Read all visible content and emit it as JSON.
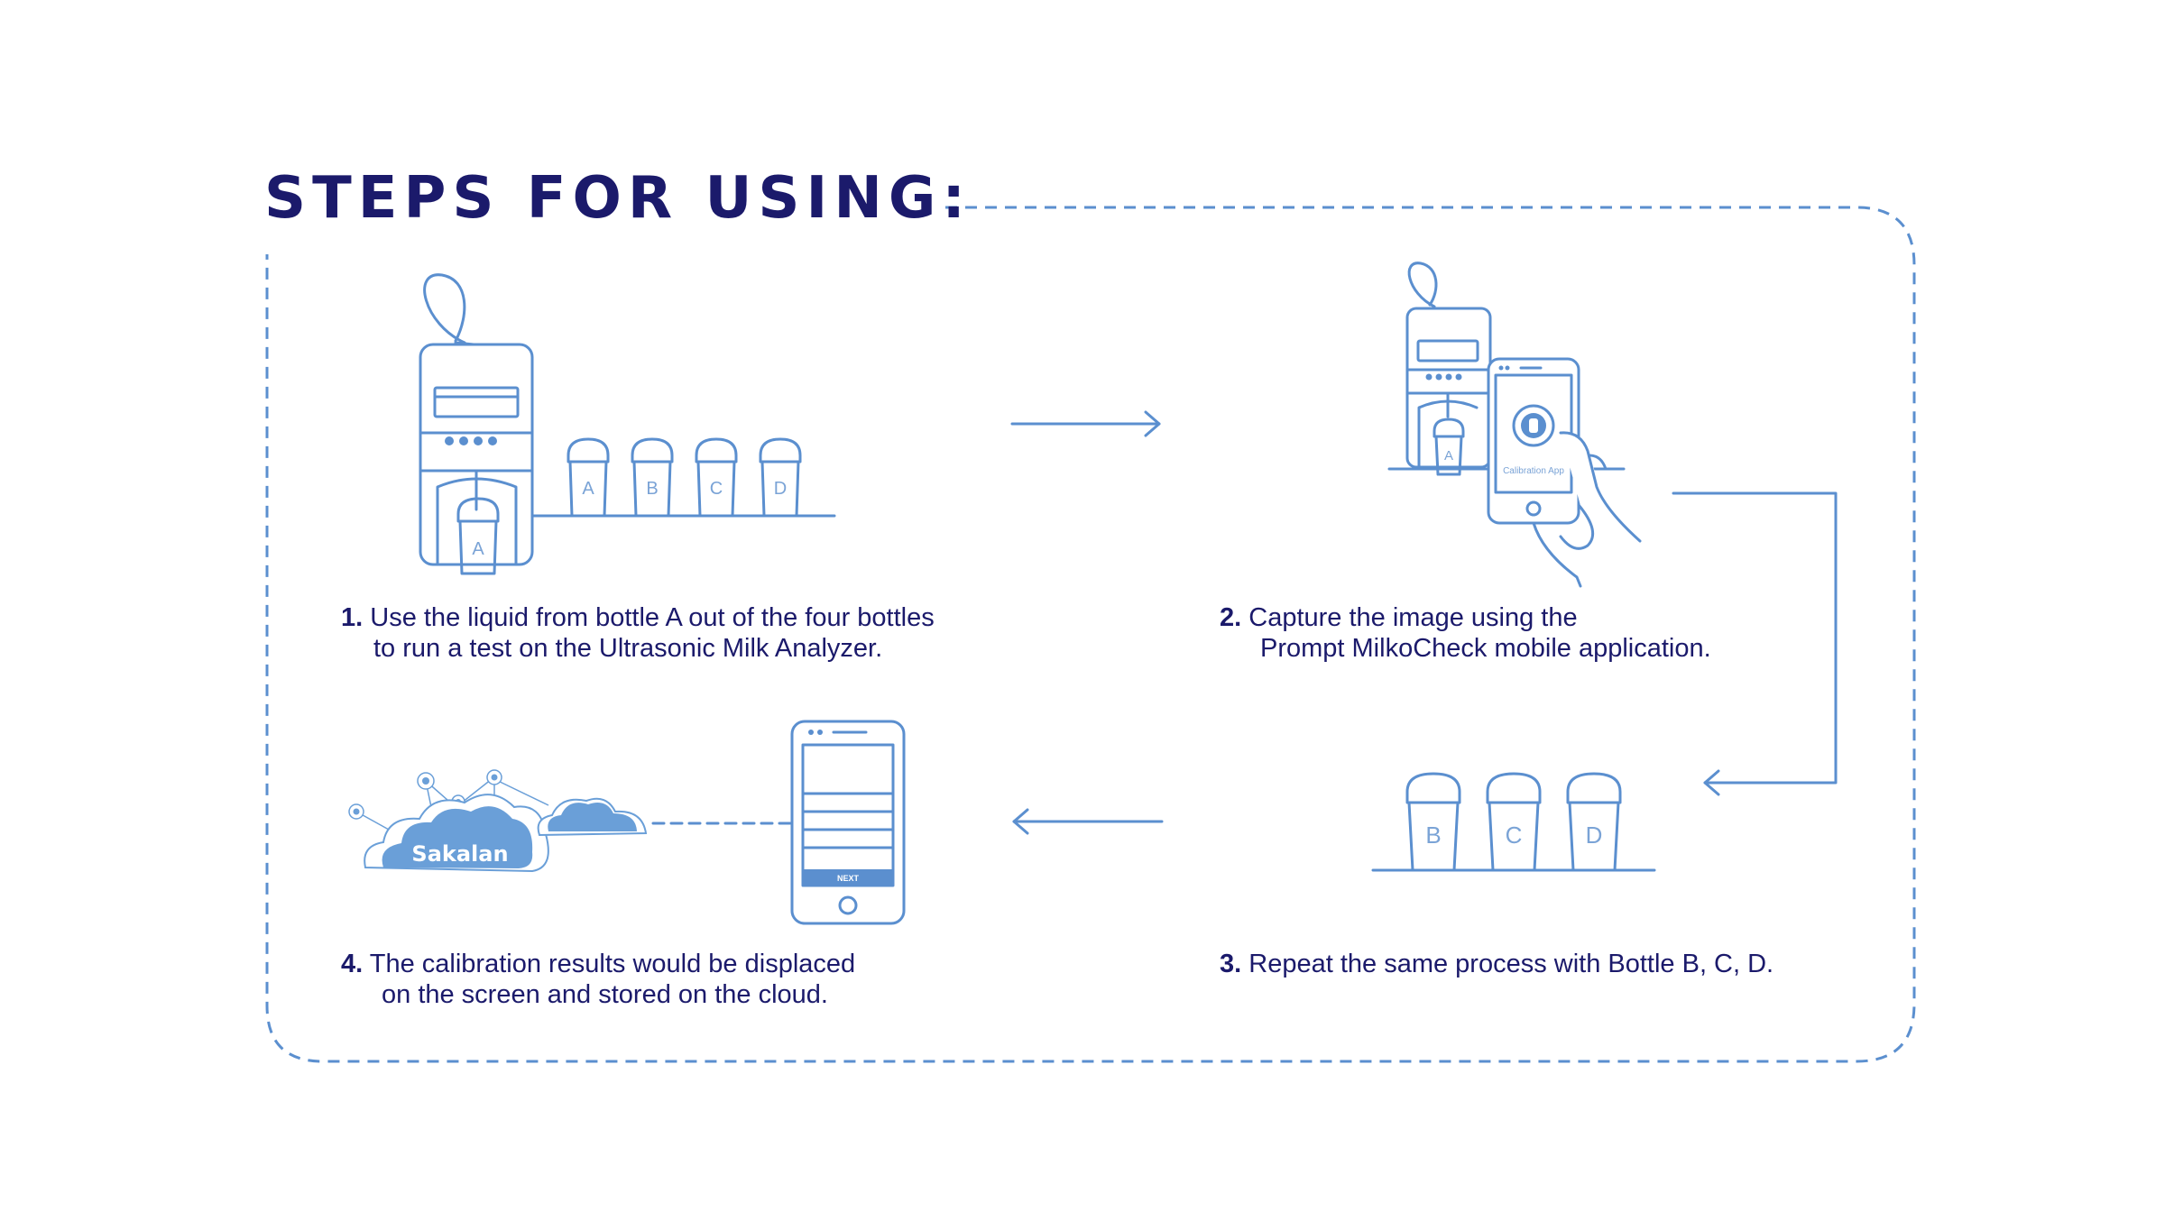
{
  "title": "STEPS FOR USING:",
  "colors": {
    "title": "#1b1a6b",
    "text": "#1b1a6b",
    "illustration": "#5b8fcf",
    "cloud_fill": "#6a9fd8"
  },
  "steps": [
    {
      "number": "1.",
      "line1": "Use the liquid from bottle A out of the four bottles",
      "line2": "to run a test on the Ultrasonic Milk Analyzer."
    },
    {
      "number": "2.",
      "line1": "Capture the image using the",
      "line2": "Prompt MilkoCheck mobile application."
    },
    {
      "number": "3.",
      "line1": "Repeat the same process with Bottle B, C, D.",
      "line2": ""
    },
    {
      "number": "4.",
      "line1": "The calibration results would be displaced",
      "line2": "on the screen and stored on the cloud."
    }
  ],
  "bottle_labels": {
    "analyzer": "A",
    "row1": [
      "A",
      "B",
      "C",
      "D"
    ],
    "phone_scene": "A",
    "row3": [
      "B",
      "C",
      "D"
    ]
  },
  "phone_app_label": "Calibration App",
  "phone_button_label": "NEXT",
  "cloud_brand": "Sakalan",
  "icons": [
    "arrow-right-icon",
    "arrow-left-icon",
    "connector-arrow-icon",
    "cloud-icon",
    "phone-icon",
    "analyzer-icon",
    "bottle-icon",
    "hand-icon"
  ]
}
